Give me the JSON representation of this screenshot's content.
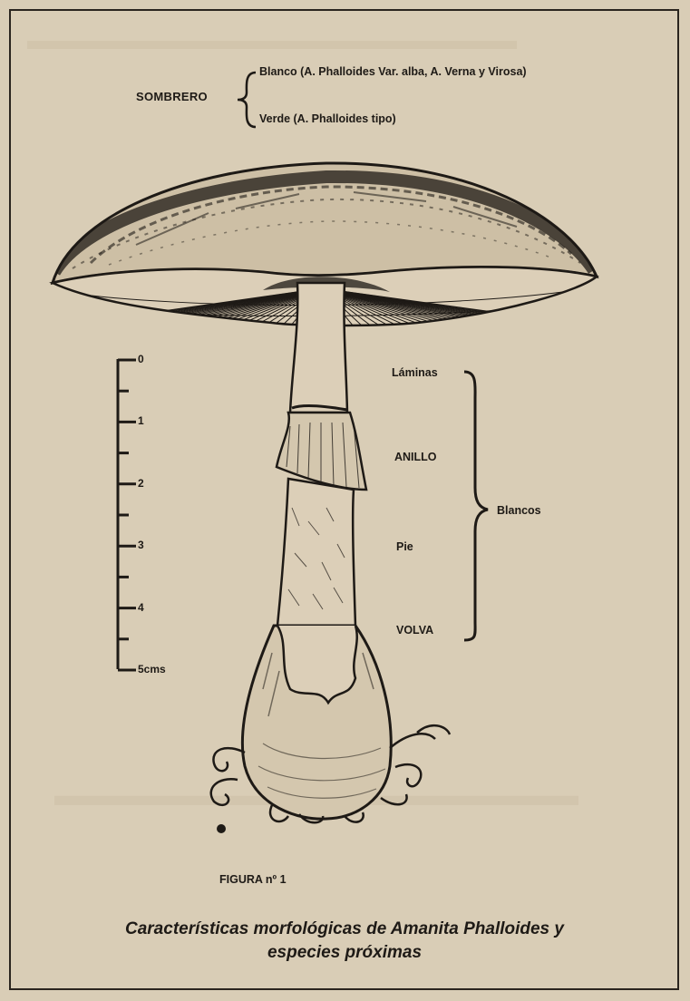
{
  "figure": {
    "sombrero": {
      "label": "SOMBRERO",
      "options": [
        "Blanco (A. Phalloides Var. alba, A. Verna y Virosa)",
        "Verde (A. Phalloides tipo)"
      ]
    },
    "parts": [
      "Láminas",
      "ANILLO",
      "Pie",
      "VOLVA"
    ],
    "parts_group_label": "Blancos",
    "scale": {
      "ticks": [
        "0",
        "1",
        "2",
        "3",
        "4",
        "5cms"
      ]
    },
    "figure_number": "FIGURA nº 1",
    "caption": {
      "line1": "Características morfológicas de Amanita Phalloides y",
      "line2": "especies próximas"
    }
  },
  "colors": {
    "paper": "#d9cdb6",
    "ink": "#1e1a16"
  }
}
